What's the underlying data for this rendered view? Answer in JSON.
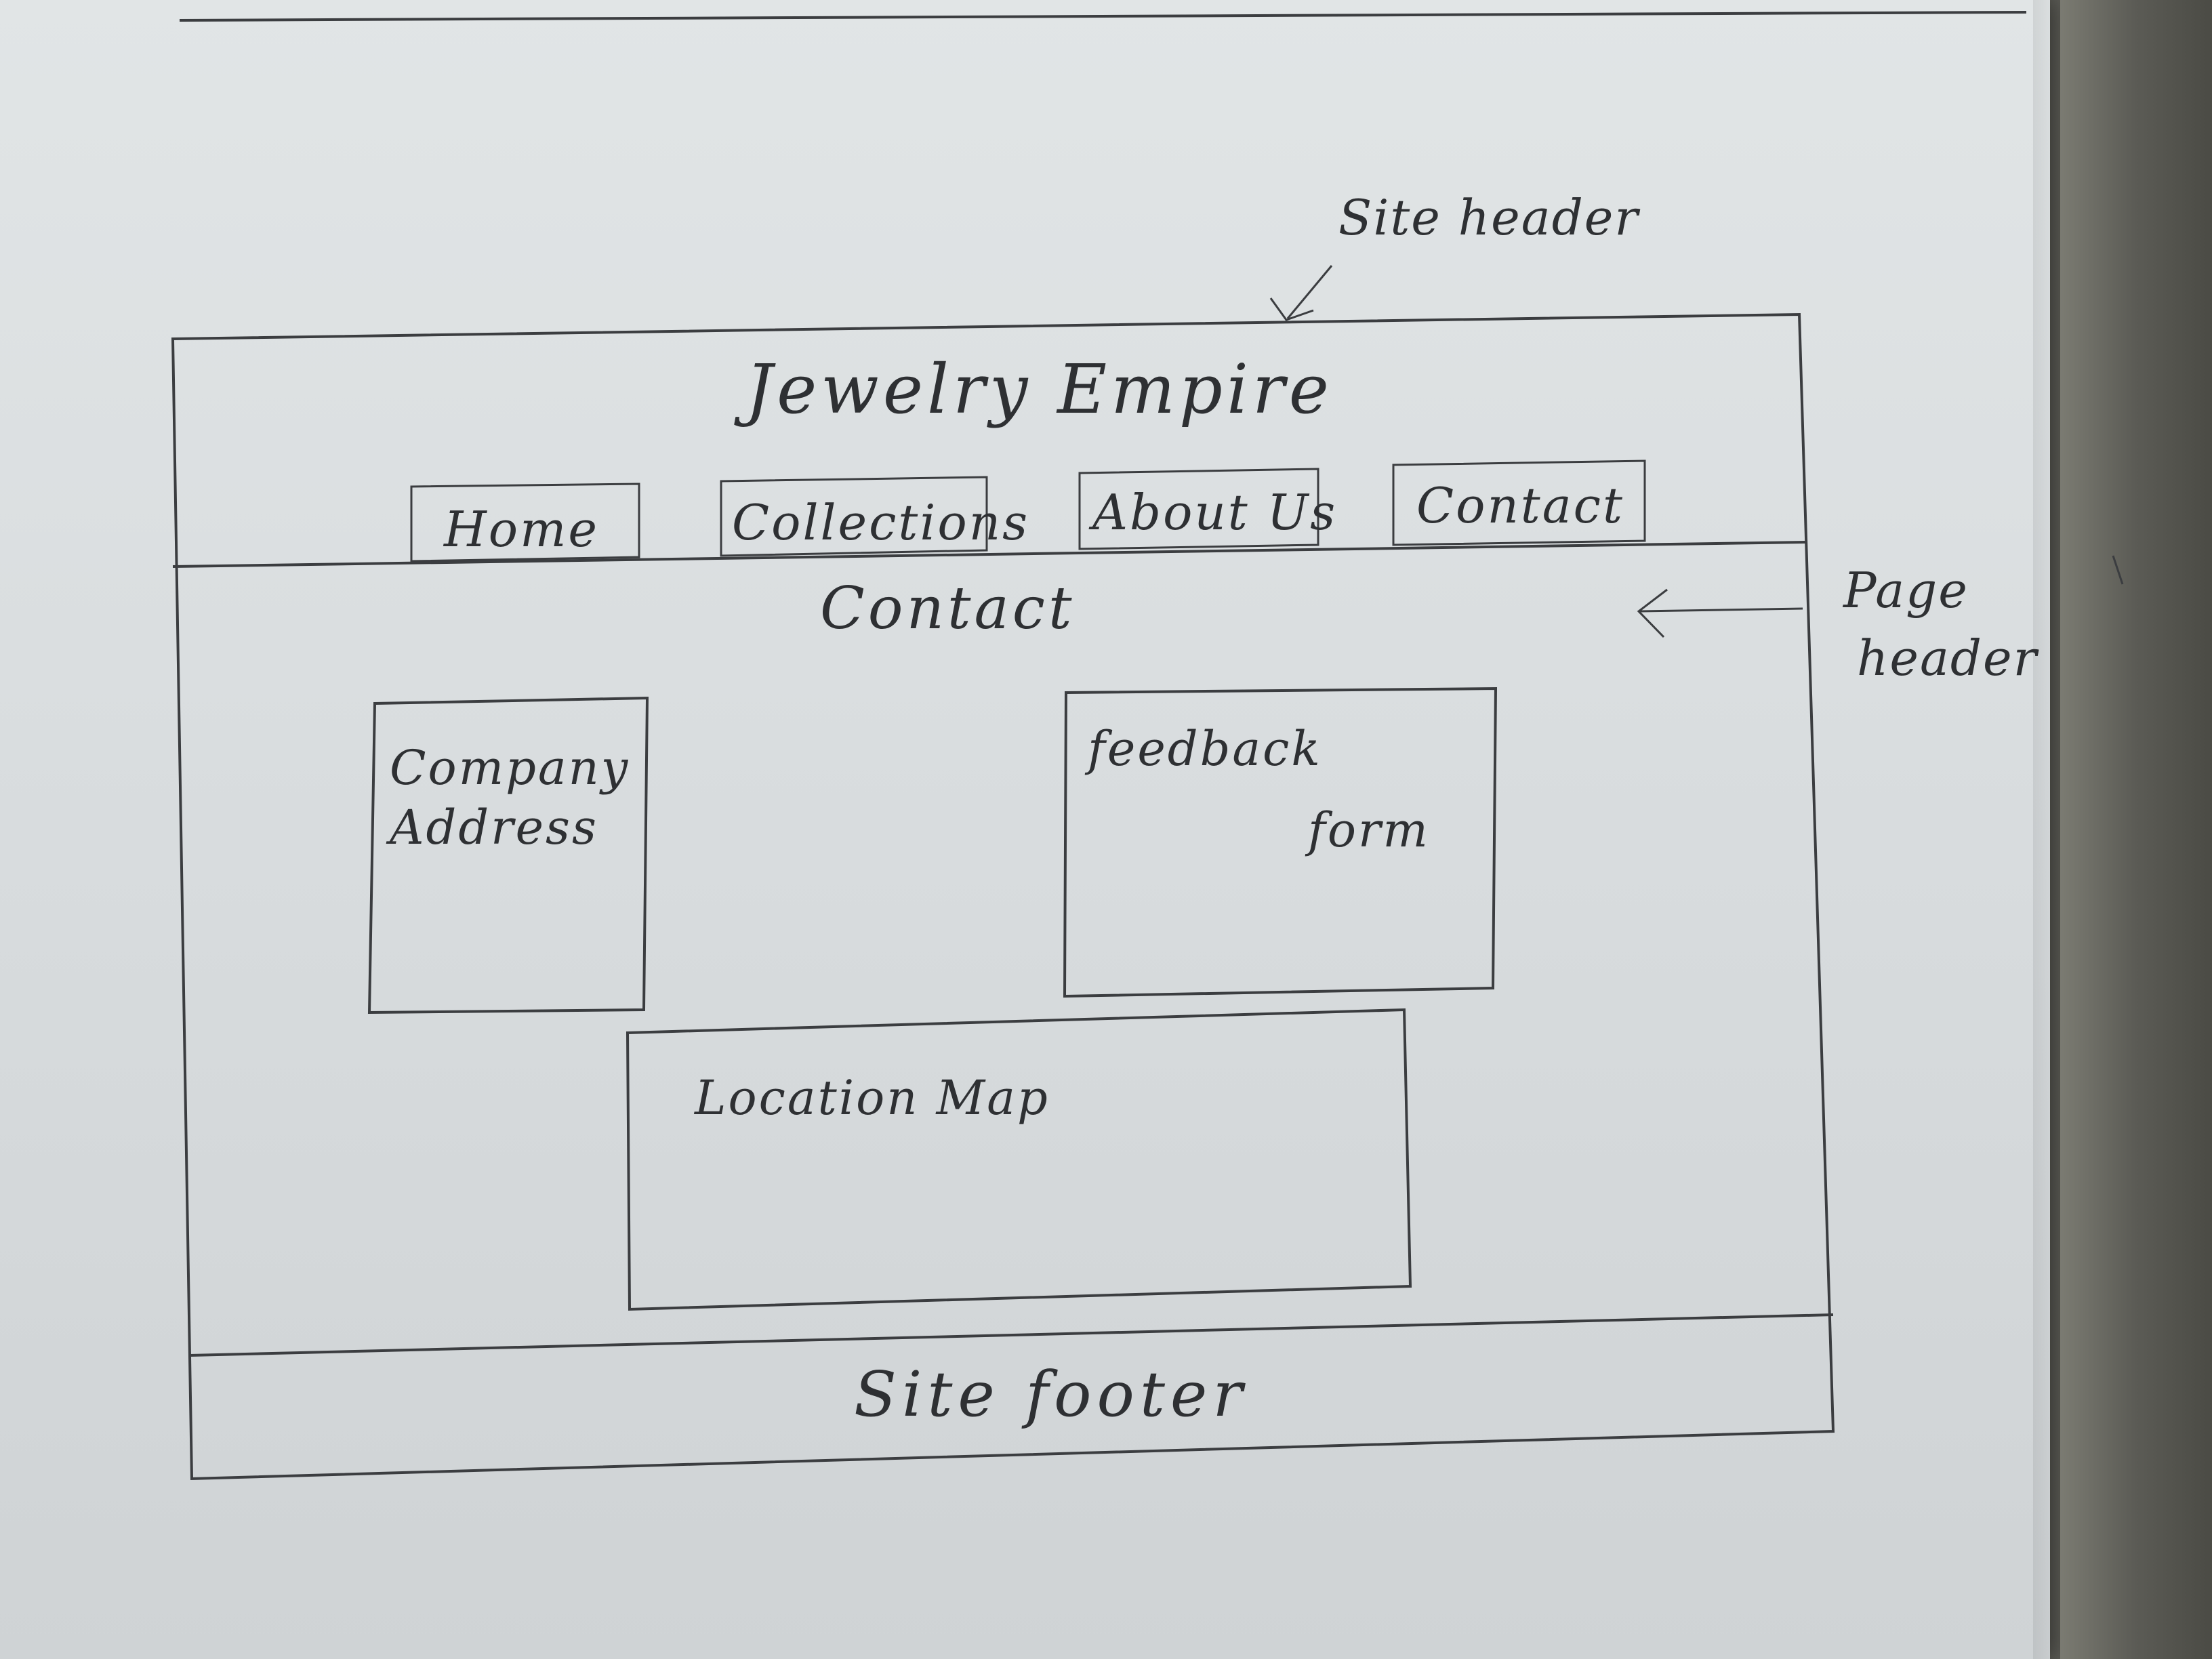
{
  "site_header": {
    "title": "Jewelry Empire"
  },
  "navigation": {
    "items": [
      {
        "label": "Home"
      },
      {
        "label": "Collections"
      },
      {
        "label": "About Us"
      },
      {
        "label": "Contact"
      }
    ]
  },
  "page_header": {
    "title": "Contact"
  },
  "content": {
    "company_address": "Company Address",
    "feedback_form_line1": "feedback",
    "feedback_form_line2": "form",
    "location_map": "Location Map"
  },
  "site_footer": {
    "label": "Site footer"
  },
  "annotations": {
    "site_header": "Site header",
    "page_header_line1": "Page",
    "page_header_line2": "header"
  }
}
